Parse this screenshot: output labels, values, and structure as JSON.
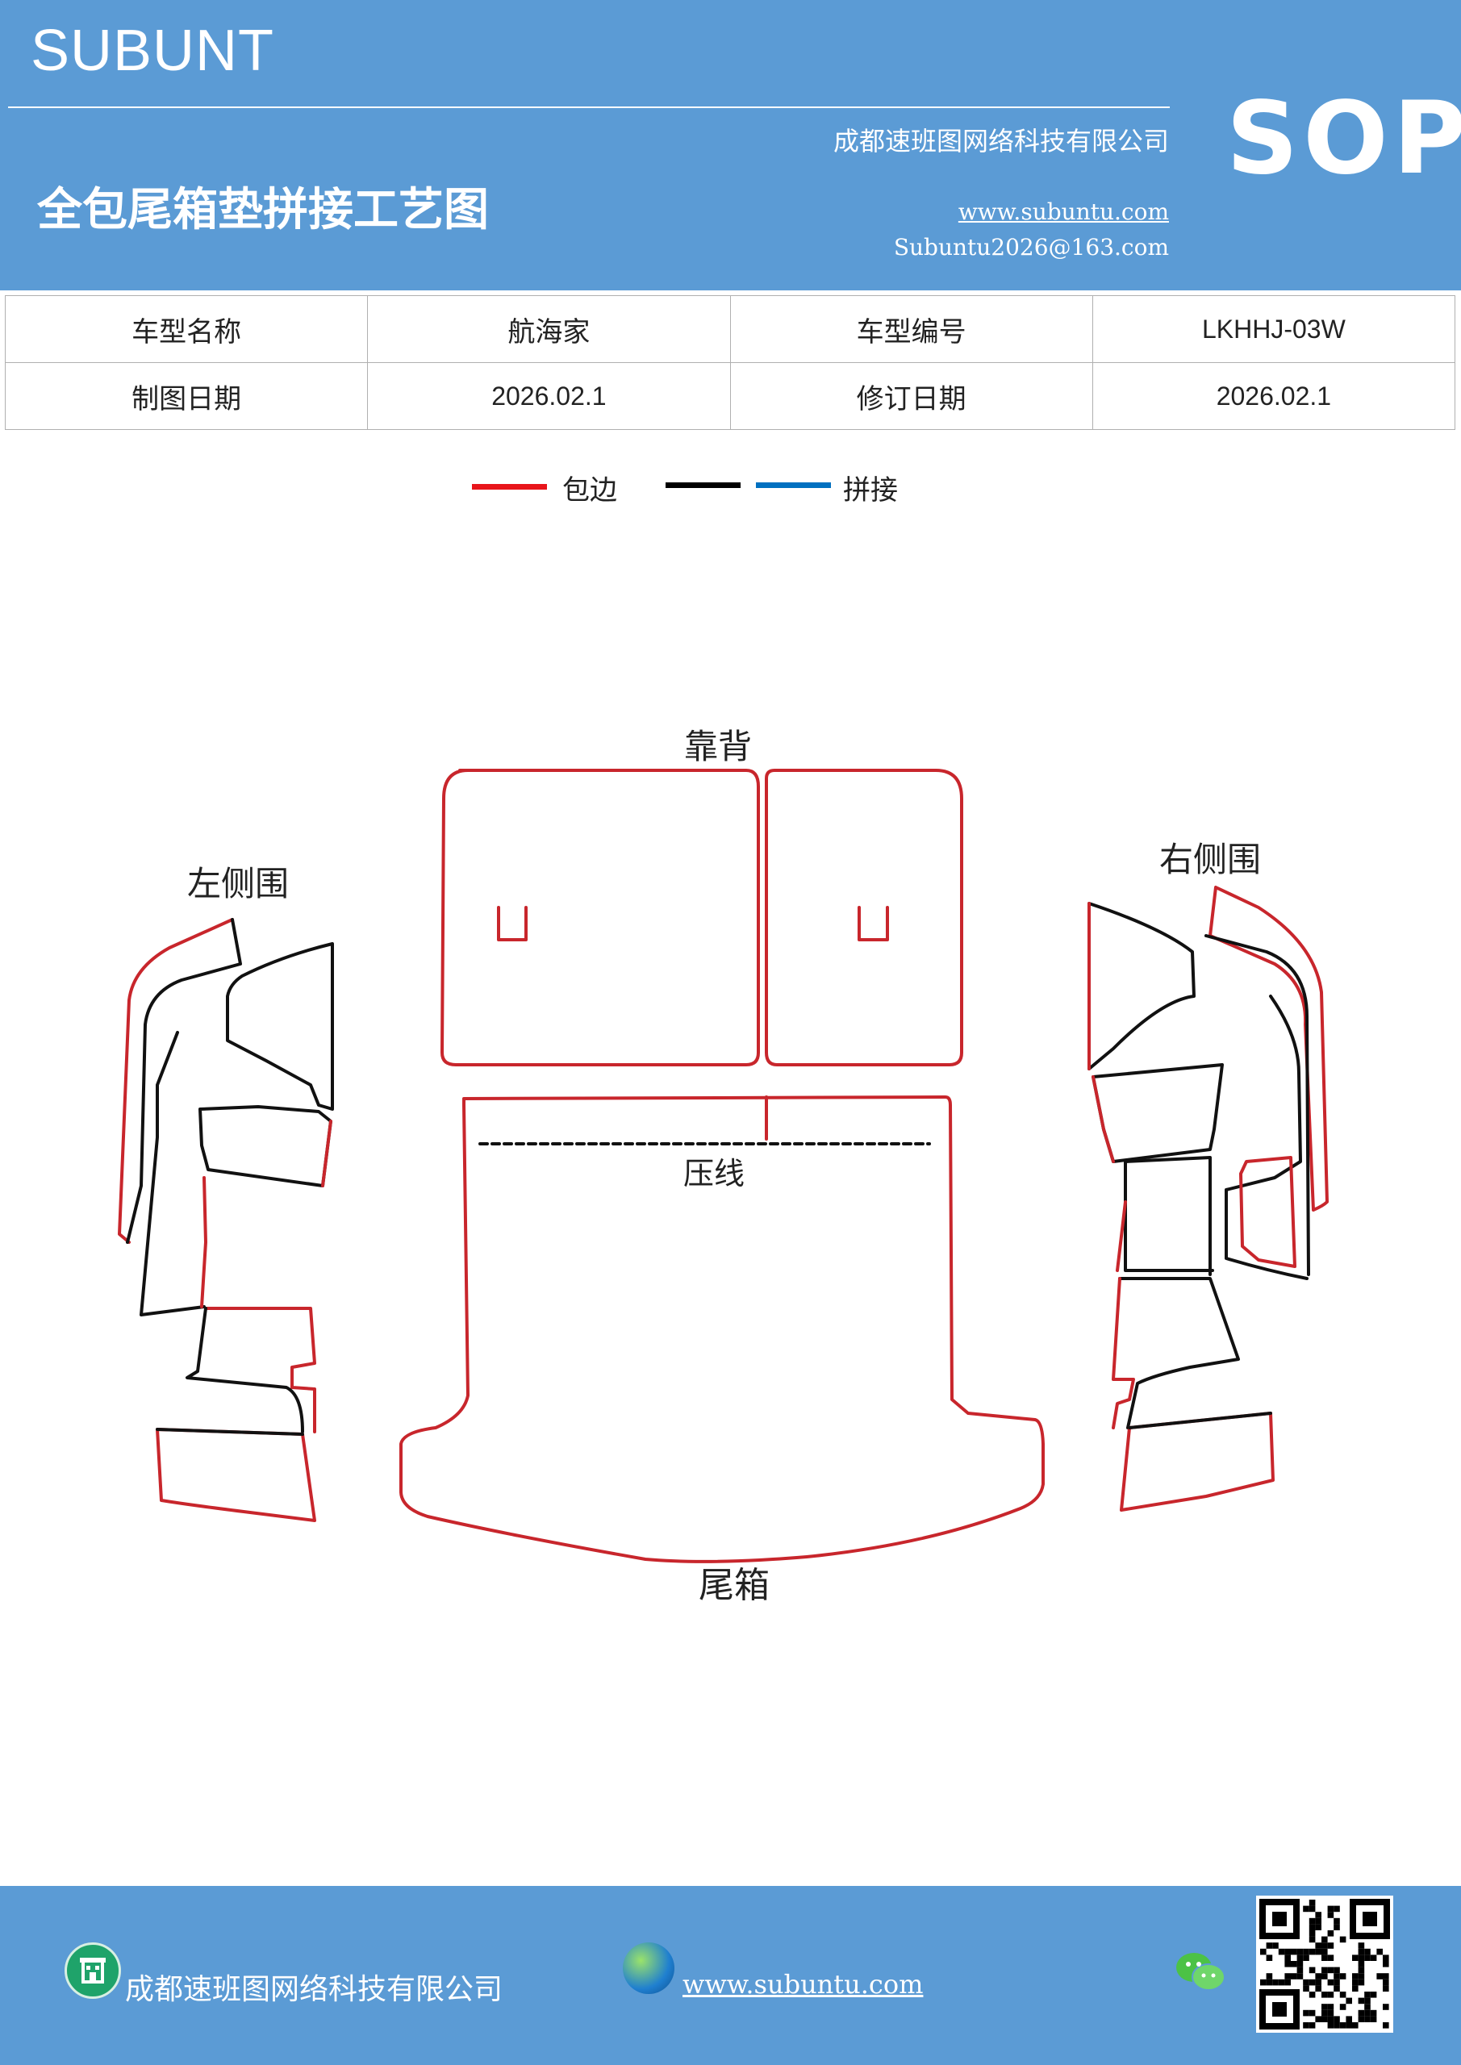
{
  "header": {
    "brand": "SUBUNT",
    "badge": "SOP",
    "company": "成都速班图网络科技有限公司",
    "title": "全包尾箱垫拼接工艺图",
    "website": "www.subuntu.com",
    "email": "Subuntu2026@163.com"
  },
  "info_table": {
    "rows": [
      [
        "车型名称",
        "航海家",
        "车型编号",
        "LKHHJ-03W"
      ],
      [
        "制图日期",
        "2026.02.1",
        "修订日期",
        "2026.02.1"
      ]
    ]
  },
  "legend": {
    "edge_label": "包边",
    "seam_label": "拼接",
    "colors": {
      "edge": "#e8151b",
      "black": "#000000",
      "seam": "#0070c0"
    }
  },
  "diagram": {
    "labels": {
      "backrest": "靠背",
      "left": "左侧围",
      "right": "右侧围",
      "crease": "压线",
      "trunk": "尾箱"
    },
    "colors": {
      "edge": "#c8262c",
      "seam": "#111111"
    }
  },
  "footer": {
    "company": "成都速班图网络科技有限公司",
    "website": "www.subuntu.com",
    "icons": [
      "building-icon",
      "globe-icon",
      "wechat-icon",
      "qr-code"
    ]
  }
}
